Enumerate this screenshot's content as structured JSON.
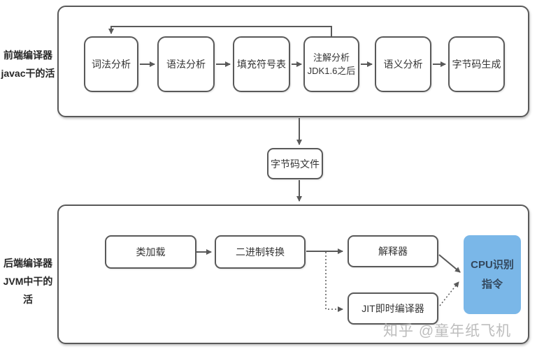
{
  "frontend": {
    "label": {
      "line1": "前端编译器",
      "line2": "javac干的活"
    },
    "steps": [
      {
        "label": "词法分析"
      },
      {
        "label": "语法分析"
      },
      {
        "label": "填充符号表"
      },
      {
        "label": "注解分析",
        "sublabel": "JDK1.6之后"
      },
      {
        "label": "语义分析"
      },
      {
        "label": "字节码生成"
      }
    ]
  },
  "bytecode_file": {
    "label": "字节码文件"
  },
  "backend": {
    "label": {
      "line1": "后端编译器",
      "line2": "JVM中干的活"
    },
    "nodes": {
      "class_loading": "类加载",
      "binary_conversion": "二进制转换",
      "interpreter": "解释器",
      "jit_compiler": "JIT即时编译器",
      "cpu": {
        "line1": "CPU识别",
        "line2": "指令"
      }
    }
  },
  "watermark": "知乎 @童年纸飞机",
  "colors": {
    "line": "#595959",
    "box_border": "#595959",
    "box_text": "#333333",
    "cpu_fill": "#7ab7e8",
    "cpu_text": "#33475c",
    "watermark_text": "#878787"
  }
}
